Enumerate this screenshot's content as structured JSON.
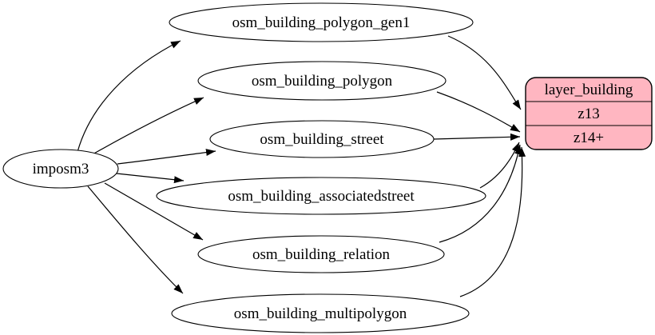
{
  "diagram": {
    "background_color": "#ffffff",
    "edge_color": "#000000",
    "source": {
      "label": "imposm3"
    },
    "tables": [
      {
        "label": "osm_building_polygon_gen1"
      },
      {
        "label": "osm_building_polygon"
      },
      {
        "label": "osm_building_street"
      },
      {
        "label": "osm_building_associatedstreet"
      },
      {
        "label": "osm_building_relation"
      },
      {
        "label": "osm_building_multipolygon"
      }
    ],
    "layer": {
      "title": "layer_building",
      "zoom_rows": [
        {
          "label": "z13"
        },
        {
          "label": "z14+"
        }
      ],
      "fill": "#ffb6c1",
      "stroke": "#000000"
    },
    "edges": [
      {
        "from": "imposm3",
        "to": "osm_building_polygon_gen1"
      },
      {
        "from": "imposm3",
        "to": "osm_building_polygon"
      },
      {
        "from": "imposm3",
        "to": "osm_building_street"
      },
      {
        "from": "imposm3",
        "to": "osm_building_associatedstreet"
      },
      {
        "from": "imposm3",
        "to": "osm_building_relation"
      },
      {
        "from": "imposm3",
        "to": "osm_building_multipolygon"
      },
      {
        "from": "osm_building_polygon_gen1",
        "to": "layer_building:z13"
      },
      {
        "from": "osm_building_polygon",
        "to": "layer_building:z14+"
      },
      {
        "from": "osm_building_street",
        "to": "layer_building:z14+"
      },
      {
        "from": "osm_building_associatedstreet",
        "to": "layer_building:z14+"
      },
      {
        "from": "osm_building_relation",
        "to": "layer_building:z14+"
      },
      {
        "from": "osm_building_multipolygon",
        "to": "layer_building:z14+"
      }
    ]
  }
}
